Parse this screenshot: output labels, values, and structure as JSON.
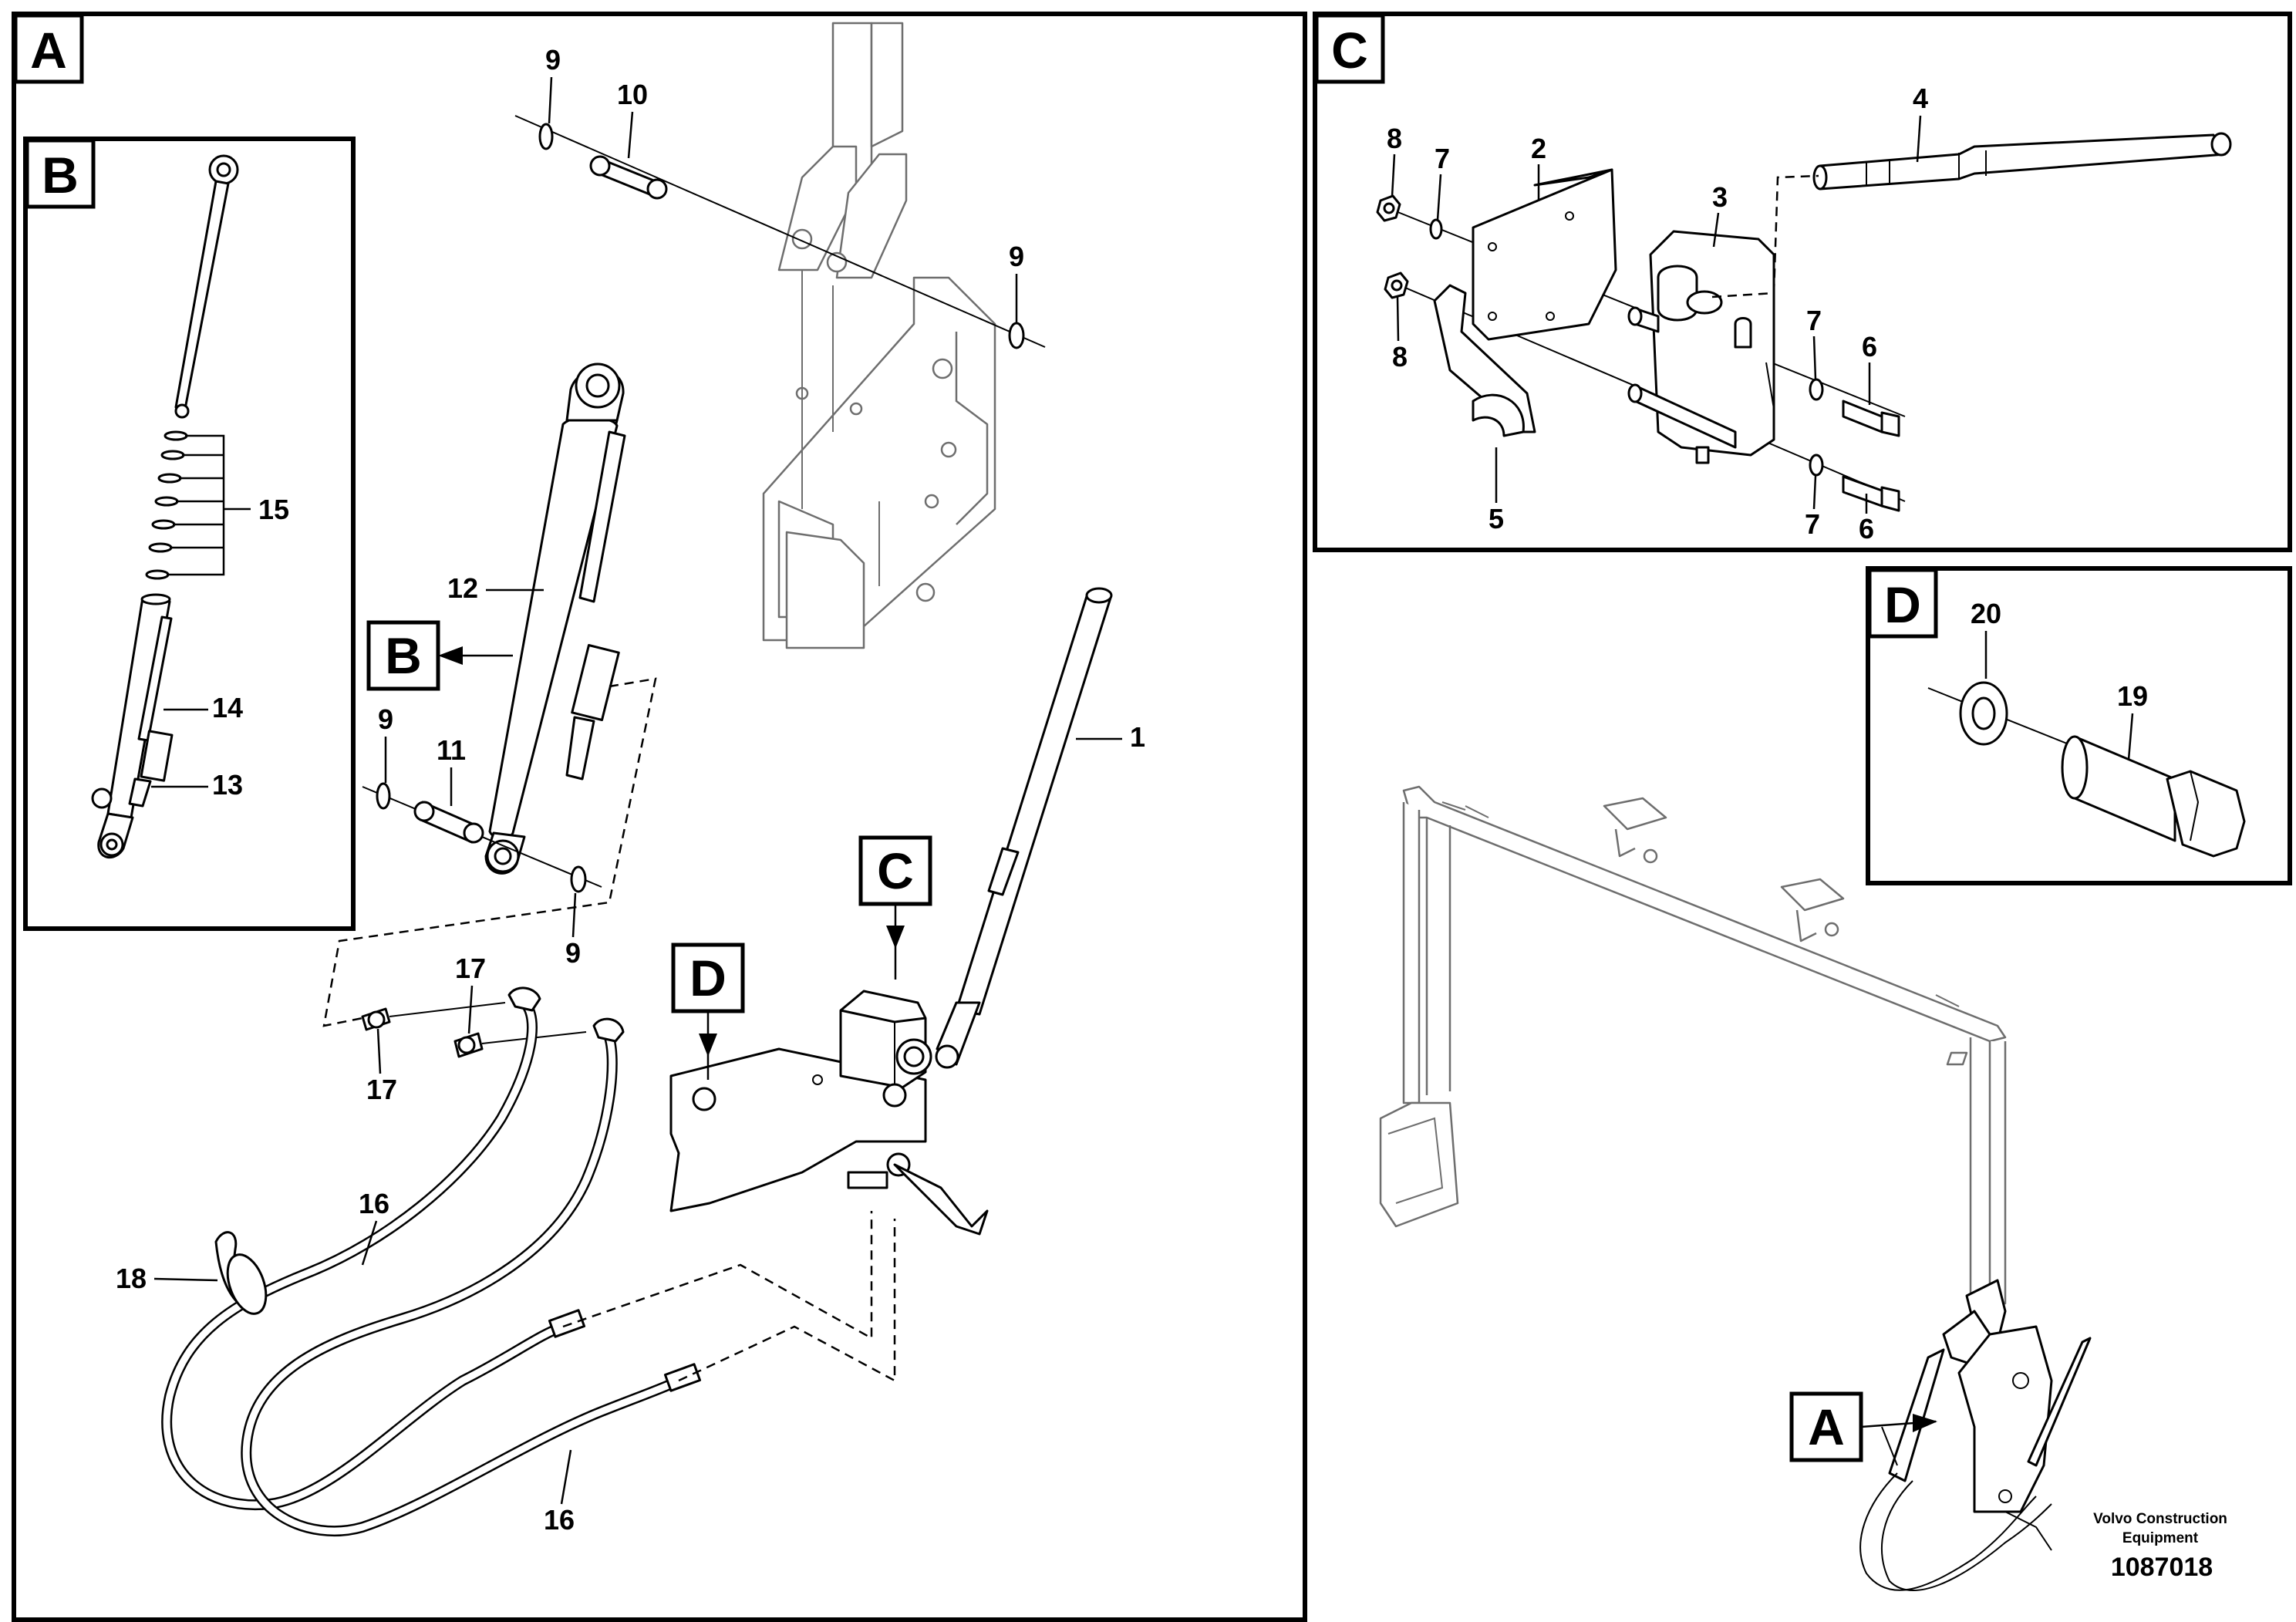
{
  "figure": {
    "panels": {
      "A": {
        "letter": "A"
      },
      "B": {
        "letter": "B"
      },
      "C": {
        "letter": "C"
      },
      "D": {
        "letter": "D"
      }
    },
    "callouts": {
      "b_ref": "B",
      "c_ref": "C",
      "d_ref": "D",
      "a_ref": "A"
    },
    "part_numbers": {
      "n1": "1",
      "n2": "2",
      "n3": "3",
      "n4": "4",
      "n5": "5",
      "n6a": "6",
      "n6b": "6",
      "n7a": "7",
      "n7b": "7",
      "n7c": "7",
      "n8a": "8",
      "n8b": "8",
      "n9a": "9",
      "n9b": "9",
      "n9c": "9",
      "n9d": "9",
      "n10": "10",
      "n11": "11",
      "n12": "12",
      "n13": "13",
      "n14": "14",
      "n15": "15",
      "n16a": "16",
      "n16b": "16",
      "n17a": "17",
      "n17b": "17",
      "n18": "18",
      "n19": "19",
      "n20": "20"
    },
    "footer": {
      "company_line1": "Volvo Construction",
      "company_line2": "Equipment",
      "document_number": "1087018"
    }
  }
}
